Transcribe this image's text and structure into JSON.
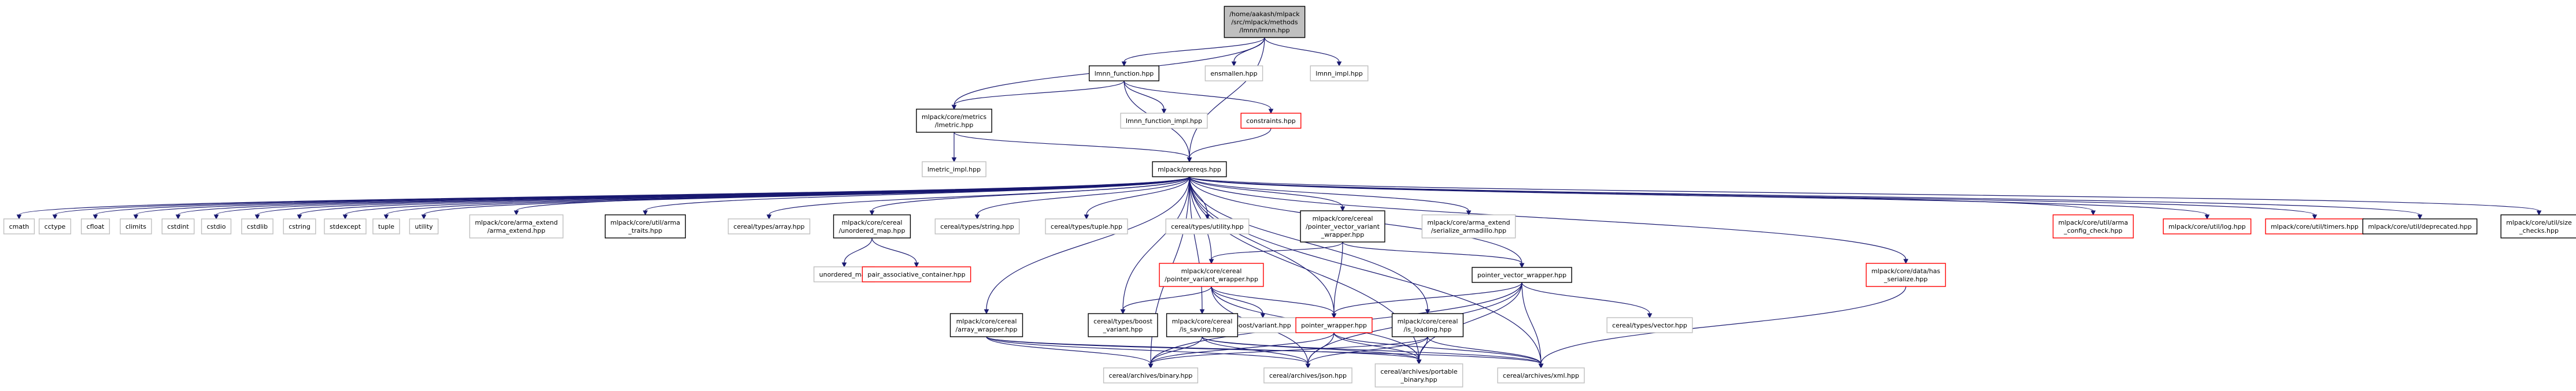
{
  "diagram": {
    "colors": {
      "edge": "#191970",
      "root_fill": "#bfbfbf",
      "black_border": "#000000",
      "gray_border": "#bfbfbf",
      "red_border": "#ff0000"
    },
    "nodes": [
      {
        "id": "lmnn",
        "lines": [
          "/home/aakash/mlpack",
          "/src/mlpack/methods",
          "/lmnn/lmnn.hpp"
        ],
        "style": "root"
      },
      {
        "id": "lmnn_function",
        "lines": [
          "lmnn_function.hpp"
        ],
        "style": "black"
      },
      {
        "id": "ensmallen",
        "lines": [
          "ensmallen.hpp"
        ],
        "style": "gray"
      },
      {
        "id": "lmnn_impl",
        "lines": [
          "lmnn_impl.hpp"
        ],
        "style": "gray"
      },
      {
        "id": "lmetric",
        "lines": [
          "mlpack/core/metrics",
          "/lmetric.hpp"
        ],
        "style": "black"
      },
      {
        "id": "lmnn_function_impl",
        "lines": [
          "lmnn_function_impl.hpp"
        ],
        "style": "gray"
      },
      {
        "id": "constraints",
        "lines": [
          "constraints.hpp"
        ],
        "style": "red"
      },
      {
        "id": "lmetric_impl",
        "lines": [
          "lmetric_impl.hpp"
        ],
        "style": "gray"
      },
      {
        "id": "prereqs",
        "lines": [
          "mlpack/prereqs.hpp"
        ],
        "style": "black"
      },
      {
        "id": "cmath",
        "lines": [
          "cmath"
        ],
        "style": "gray"
      },
      {
        "id": "cctype",
        "lines": [
          "cctype"
        ],
        "style": "gray"
      },
      {
        "id": "cfloat",
        "lines": [
          "cfloat"
        ],
        "style": "gray"
      },
      {
        "id": "climits",
        "lines": [
          "climits"
        ],
        "style": "gray"
      },
      {
        "id": "cstdint",
        "lines": [
          "cstdint"
        ],
        "style": "gray"
      },
      {
        "id": "cstdio",
        "lines": [
          "cstdio"
        ],
        "style": "gray"
      },
      {
        "id": "cstdlib",
        "lines": [
          "cstdlib"
        ],
        "style": "gray"
      },
      {
        "id": "cstring",
        "lines": [
          "cstring"
        ],
        "style": "gray"
      },
      {
        "id": "stdexcept",
        "lines": [
          "stdexcept"
        ],
        "style": "gray"
      },
      {
        "id": "tuple",
        "lines": [
          "tuple"
        ],
        "style": "gray"
      },
      {
        "id": "utility",
        "lines": [
          "utility"
        ],
        "style": "gray"
      },
      {
        "id": "arma_extend",
        "lines": [
          "mlpack/core/arma_extend",
          "/arma_extend.hpp"
        ],
        "style": "gray"
      },
      {
        "id": "arma_traits",
        "lines": [
          "mlpack/core/util/arma",
          "_traits.hpp"
        ],
        "style": "black"
      },
      {
        "id": "cereal_array",
        "lines": [
          "cereal/types/array.hpp"
        ],
        "style": "gray"
      },
      {
        "id": "unordered_map_hpp",
        "lines": [
          "mlpack/core/cereal",
          "/unordered_map.hpp"
        ],
        "style": "black"
      },
      {
        "id": "cereal_string",
        "lines": [
          "cereal/types/string.hpp"
        ],
        "style": "gray"
      },
      {
        "id": "cereal_tuple",
        "lines": [
          "cereal/types/tuple.hpp"
        ],
        "style": "gray"
      },
      {
        "id": "cereal_utility",
        "lines": [
          "cereal/types/utility.hpp"
        ],
        "style": "gray"
      },
      {
        "id": "pvvw",
        "lines": [
          "mlpack/core/cereal",
          "/pointer_vector_variant",
          "_wrapper.hpp"
        ],
        "style": "black"
      },
      {
        "id": "serialize_armadillo",
        "lines": [
          "mlpack/core/arma_extend",
          "/serialize_armadillo.hpp"
        ],
        "style": "gray"
      },
      {
        "id": "arma_config_check",
        "lines": [
          "mlpack/core/util/arma",
          "_config_check.hpp"
        ],
        "style": "red"
      },
      {
        "id": "log",
        "lines": [
          "mlpack/core/util/log.hpp"
        ],
        "style": "red"
      },
      {
        "id": "timers",
        "lines": [
          "mlpack/core/util/timers.hpp"
        ],
        "style": "red"
      },
      {
        "id": "deprecated",
        "lines": [
          "mlpack/core/util/deprecated.hpp"
        ],
        "style": "black"
      },
      {
        "id": "size_checks",
        "lines": [
          "mlpack/core/util/size",
          "_checks.hpp"
        ],
        "style": "black"
      },
      {
        "id": "unordered_map",
        "lines": [
          "unordered_map"
        ],
        "style": "gray"
      },
      {
        "id": "pair_assoc",
        "lines": [
          "pair_associative_container.hpp"
        ],
        "style": "red"
      },
      {
        "id": "pvw",
        "lines": [
          "mlpack/core/cereal",
          "/pointer_variant_wrapper.hpp"
        ],
        "style": "red"
      },
      {
        "id": "pointer_vector_wrapper",
        "lines": [
          "pointer_vector_wrapper.hpp"
        ],
        "style": "black"
      },
      {
        "id": "has_serialize",
        "lines": [
          "mlpack/core/data/has",
          "_serialize.hpp"
        ],
        "style": "red"
      },
      {
        "id": "boost_variant",
        "lines": [
          "boost/variant.hpp"
        ],
        "style": "gray"
      },
      {
        "id": "array_wrapper",
        "lines": [
          "mlpack/core/cereal",
          "/array_wrapper.hpp"
        ],
        "style": "black"
      },
      {
        "id": "cereal_boost_variant",
        "lines": [
          "cereal/types/boost",
          "_variant.hpp"
        ],
        "style": "black"
      },
      {
        "id": "is_saving",
        "lines": [
          "mlpack/core/cereal",
          "/is_saving.hpp"
        ],
        "style": "black"
      },
      {
        "id": "pointer_wrapper",
        "lines": [
          "pointer_wrapper.hpp"
        ],
        "style": "red"
      },
      {
        "id": "is_loading",
        "lines": [
          "mlpack/core/cereal",
          "/is_loading.hpp"
        ],
        "style": "black"
      },
      {
        "id": "cereal_vector",
        "lines": [
          "cereal/types/vector.hpp"
        ],
        "style": "gray"
      },
      {
        "id": "binary",
        "lines": [
          "cereal/archives/binary.hpp"
        ],
        "style": "gray"
      },
      {
        "id": "json",
        "lines": [
          "cereal/archives/json.hpp"
        ],
        "style": "gray"
      },
      {
        "id": "portable_binary",
        "lines": [
          "cereal/archives/portable",
          "_binary.hpp"
        ],
        "style": "gray"
      },
      {
        "id": "xml",
        "lines": [
          "cereal/archives/xml.hpp"
        ],
        "style": "gray"
      }
    ],
    "edges": [
      [
        "lmnn",
        "lmnn_function"
      ],
      [
        "lmnn",
        "ensmallen"
      ],
      [
        "lmnn",
        "lmnn_impl"
      ],
      [
        "lmnn",
        "lmetric"
      ],
      [
        "lmnn",
        "prereqs"
      ],
      [
        "lmnn_function",
        "lmetric"
      ],
      [
        "lmnn_function",
        "lmnn_function_impl"
      ],
      [
        "lmnn_function",
        "constraints"
      ],
      [
        "lmnn_function",
        "prereqs"
      ],
      [
        "lmetric",
        "lmetric_impl"
      ],
      [
        "lmetric",
        "prereqs"
      ],
      [
        "constraints",
        "prereqs"
      ],
      [
        "prereqs",
        "cmath"
      ],
      [
        "prereqs",
        "cctype"
      ],
      [
        "prereqs",
        "cfloat"
      ],
      [
        "prereqs",
        "climits"
      ],
      [
        "prereqs",
        "cstdint"
      ],
      [
        "prereqs",
        "cstdio"
      ],
      [
        "prereqs",
        "cstdlib"
      ],
      [
        "prereqs",
        "cstring"
      ],
      [
        "prereqs",
        "stdexcept"
      ],
      [
        "prereqs",
        "tuple"
      ],
      [
        "prereqs",
        "utility"
      ],
      [
        "prereqs",
        "arma_extend"
      ],
      [
        "prereqs",
        "arma_traits"
      ],
      [
        "prereqs",
        "cereal_array"
      ],
      [
        "prereqs",
        "unordered_map_hpp"
      ],
      [
        "prereqs",
        "cereal_string"
      ],
      [
        "prereqs",
        "cereal_tuple"
      ],
      [
        "prereqs",
        "cereal_utility"
      ],
      [
        "prereqs",
        "pvvw"
      ],
      [
        "prereqs",
        "serialize_armadillo"
      ],
      [
        "prereqs",
        "arma_config_check"
      ],
      [
        "prereqs",
        "log"
      ],
      [
        "prereqs",
        "timers"
      ],
      [
        "prereqs",
        "deprecated"
      ],
      [
        "prereqs",
        "size_checks"
      ],
      [
        "prereqs",
        "pvw"
      ],
      [
        "prereqs",
        "pointer_vector_wrapper"
      ],
      [
        "prereqs",
        "has_serialize"
      ],
      [
        "prereqs",
        "array_wrapper"
      ],
      [
        "prereqs",
        "cereal_boost_variant"
      ],
      [
        "prereqs",
        "is_saving"
      ],
      [
        "prereqs",
        "pointer_wrapper"
      ],
      [
        "prereqs",
        "is_loading"
      ],
      [
        "prereqs",
        "binary"
      ],
      [
        "prereqs",
        "portable_binary"
      ],
      [
        "prereqs",
        "xml"
      ],
      [
        "unordered_map_hpp",
        "unordered_map"
      ],
      [
        "unordered_map_hpp",
        "pair_assoc"
      ],
      [
        "pvvw",
        "pvw"
      ],
      [
        "pvvw",
        "pointer_vector_wrapper"
      ],
      [
        "pvvw",
        "pointer_wrapper"
      ],
      [
        "pvw",
        "boost_variant"
      ],
      [
        "pvw",
        "cereal_boost_variant"
      ],
      [
        "pvw",
        "pointer_wrapper"
      ],
      [
        "pvw",
        "json"
      ],
      [
        "pvw",
        "portable_binary"
      ],
      [
        "pointer_vector_wrapper",
        "cereal_vector"
      ],
      [
        "pointer_vector_wrapper",
        "pointer_wrapper"
      ],
      [
        "pointer_vector_wrapper",
        "json"
      ],
      [
        "pointer_vector_wrapper",
        "portable_binary"
      ],
      [
        "pointer_vector_wrapper",
        "xml"
      ],
      [
        "pointer_vector_wrapper",
        "binary"
      ],
      [
        "has_serialize",
        "xml"
      ],
      [
        "array_wrapper",
        "binary"
      ],
      [
        "array_wrapper",
        "json"
      ],
      [
        "array_wrapper",
        "portable_binary"
      ],
      [
        "array_wrapper",
        "xml"
      ],
      [
        "is_saving",
        "binary"
      ],
      [
        "is_saving",
        "json"
      ],
      [
        "is_saving",
        "portable_binary"
      ],
      [
        "is_saving",
        "xml"
      ],
      [
        "pointer_wrapper",
        "binary"
      ],
      [
        "pointer_wrapper",
        "json"
      ],
      [
        "pointer_wrapper",
        "portable_binary"
      ],
      [
        "pointer_wrapper",
        "xml"
      ],
      [
        "is_loading",
        "binary"
      ],
      [
        "is_loading",
        "json"
      ],
      [
        "is_loading",
        "portable_binary"
      ],
      [
        "is_loading",
        "xml"
      ]
    ]
  }
}
